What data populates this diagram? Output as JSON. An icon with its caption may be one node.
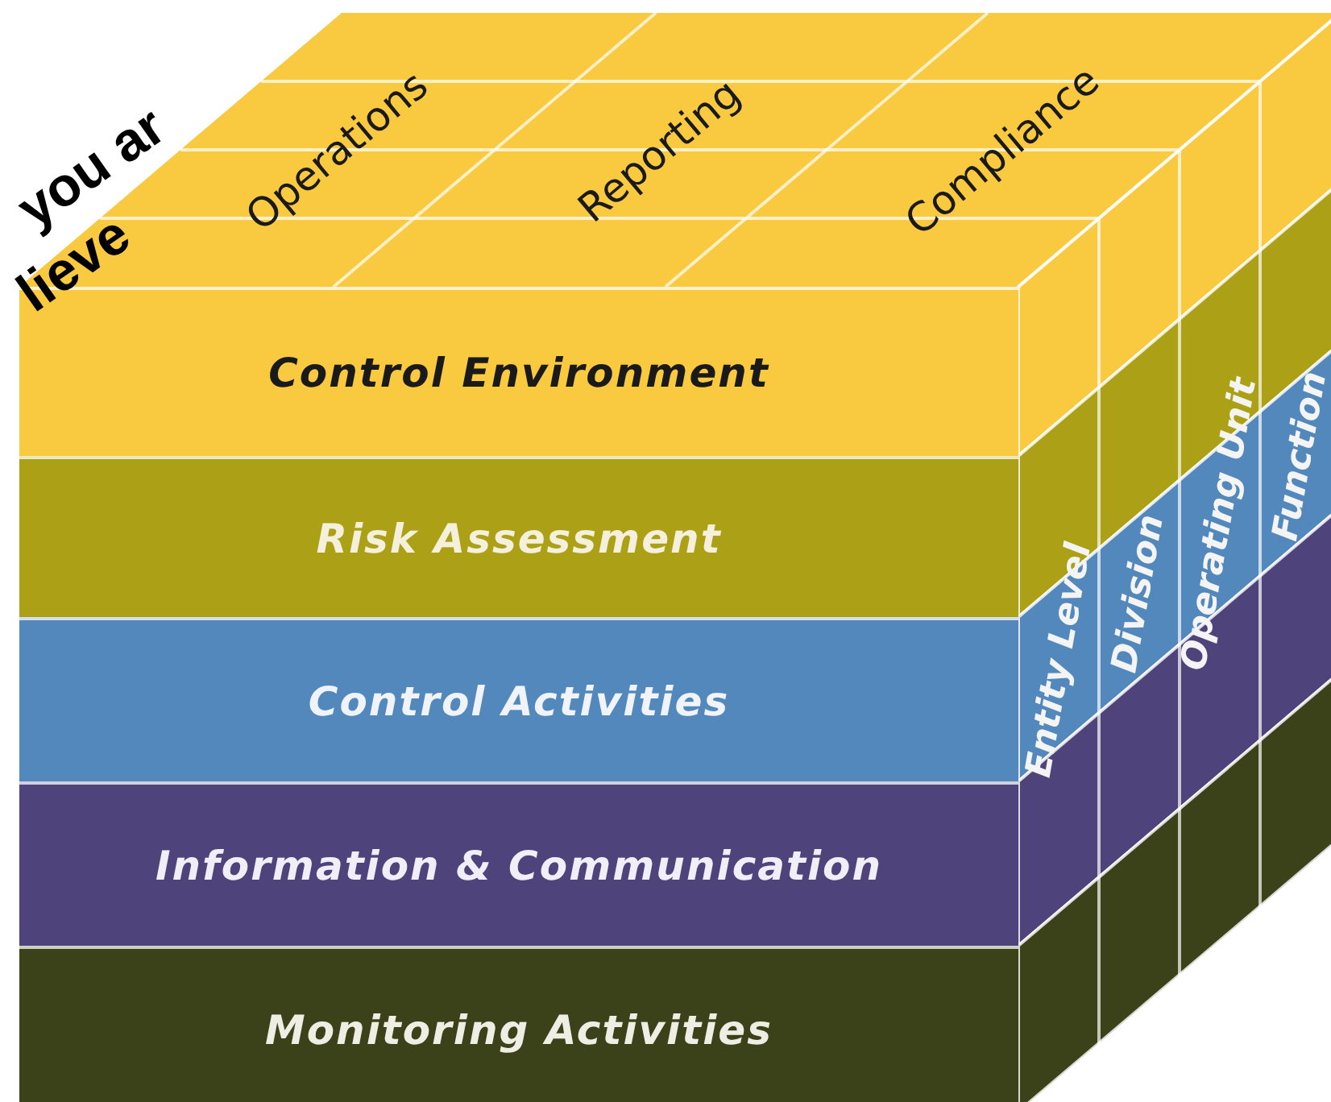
{
  "diagram": {
    "nodes": [
      {
        "text": [
          "Operations"
        ]
      },
      {
        "text": [
          "Reporting"
        ]
      },
      {
        "text": [
          "Compliance"
        ]
      },
      {
        "text": [
          "Control Environment"
        ]
      },
      {
        "text": [
          "Risk Assessment"
        ]
      },
      {
        "text": [
          "Control Activities"
        ]
      },
      {
        "text": [
          "Information & Communication"
        ]
      },
      {
        "text": [
          "Monitoring Activities"
        ]
      },
      {
        "text": [
          "Entity Level"
        ]
      },
      {
        "text": [
          "Division"
        ]
      },
      {
        "text": [
          "Operating Unit"
        ]
      },
      {
        "text": [
          "Function"
        ]
      }
    ],
    "labels": [
      "you ar",
      "lieve"
    ]
  }
}
